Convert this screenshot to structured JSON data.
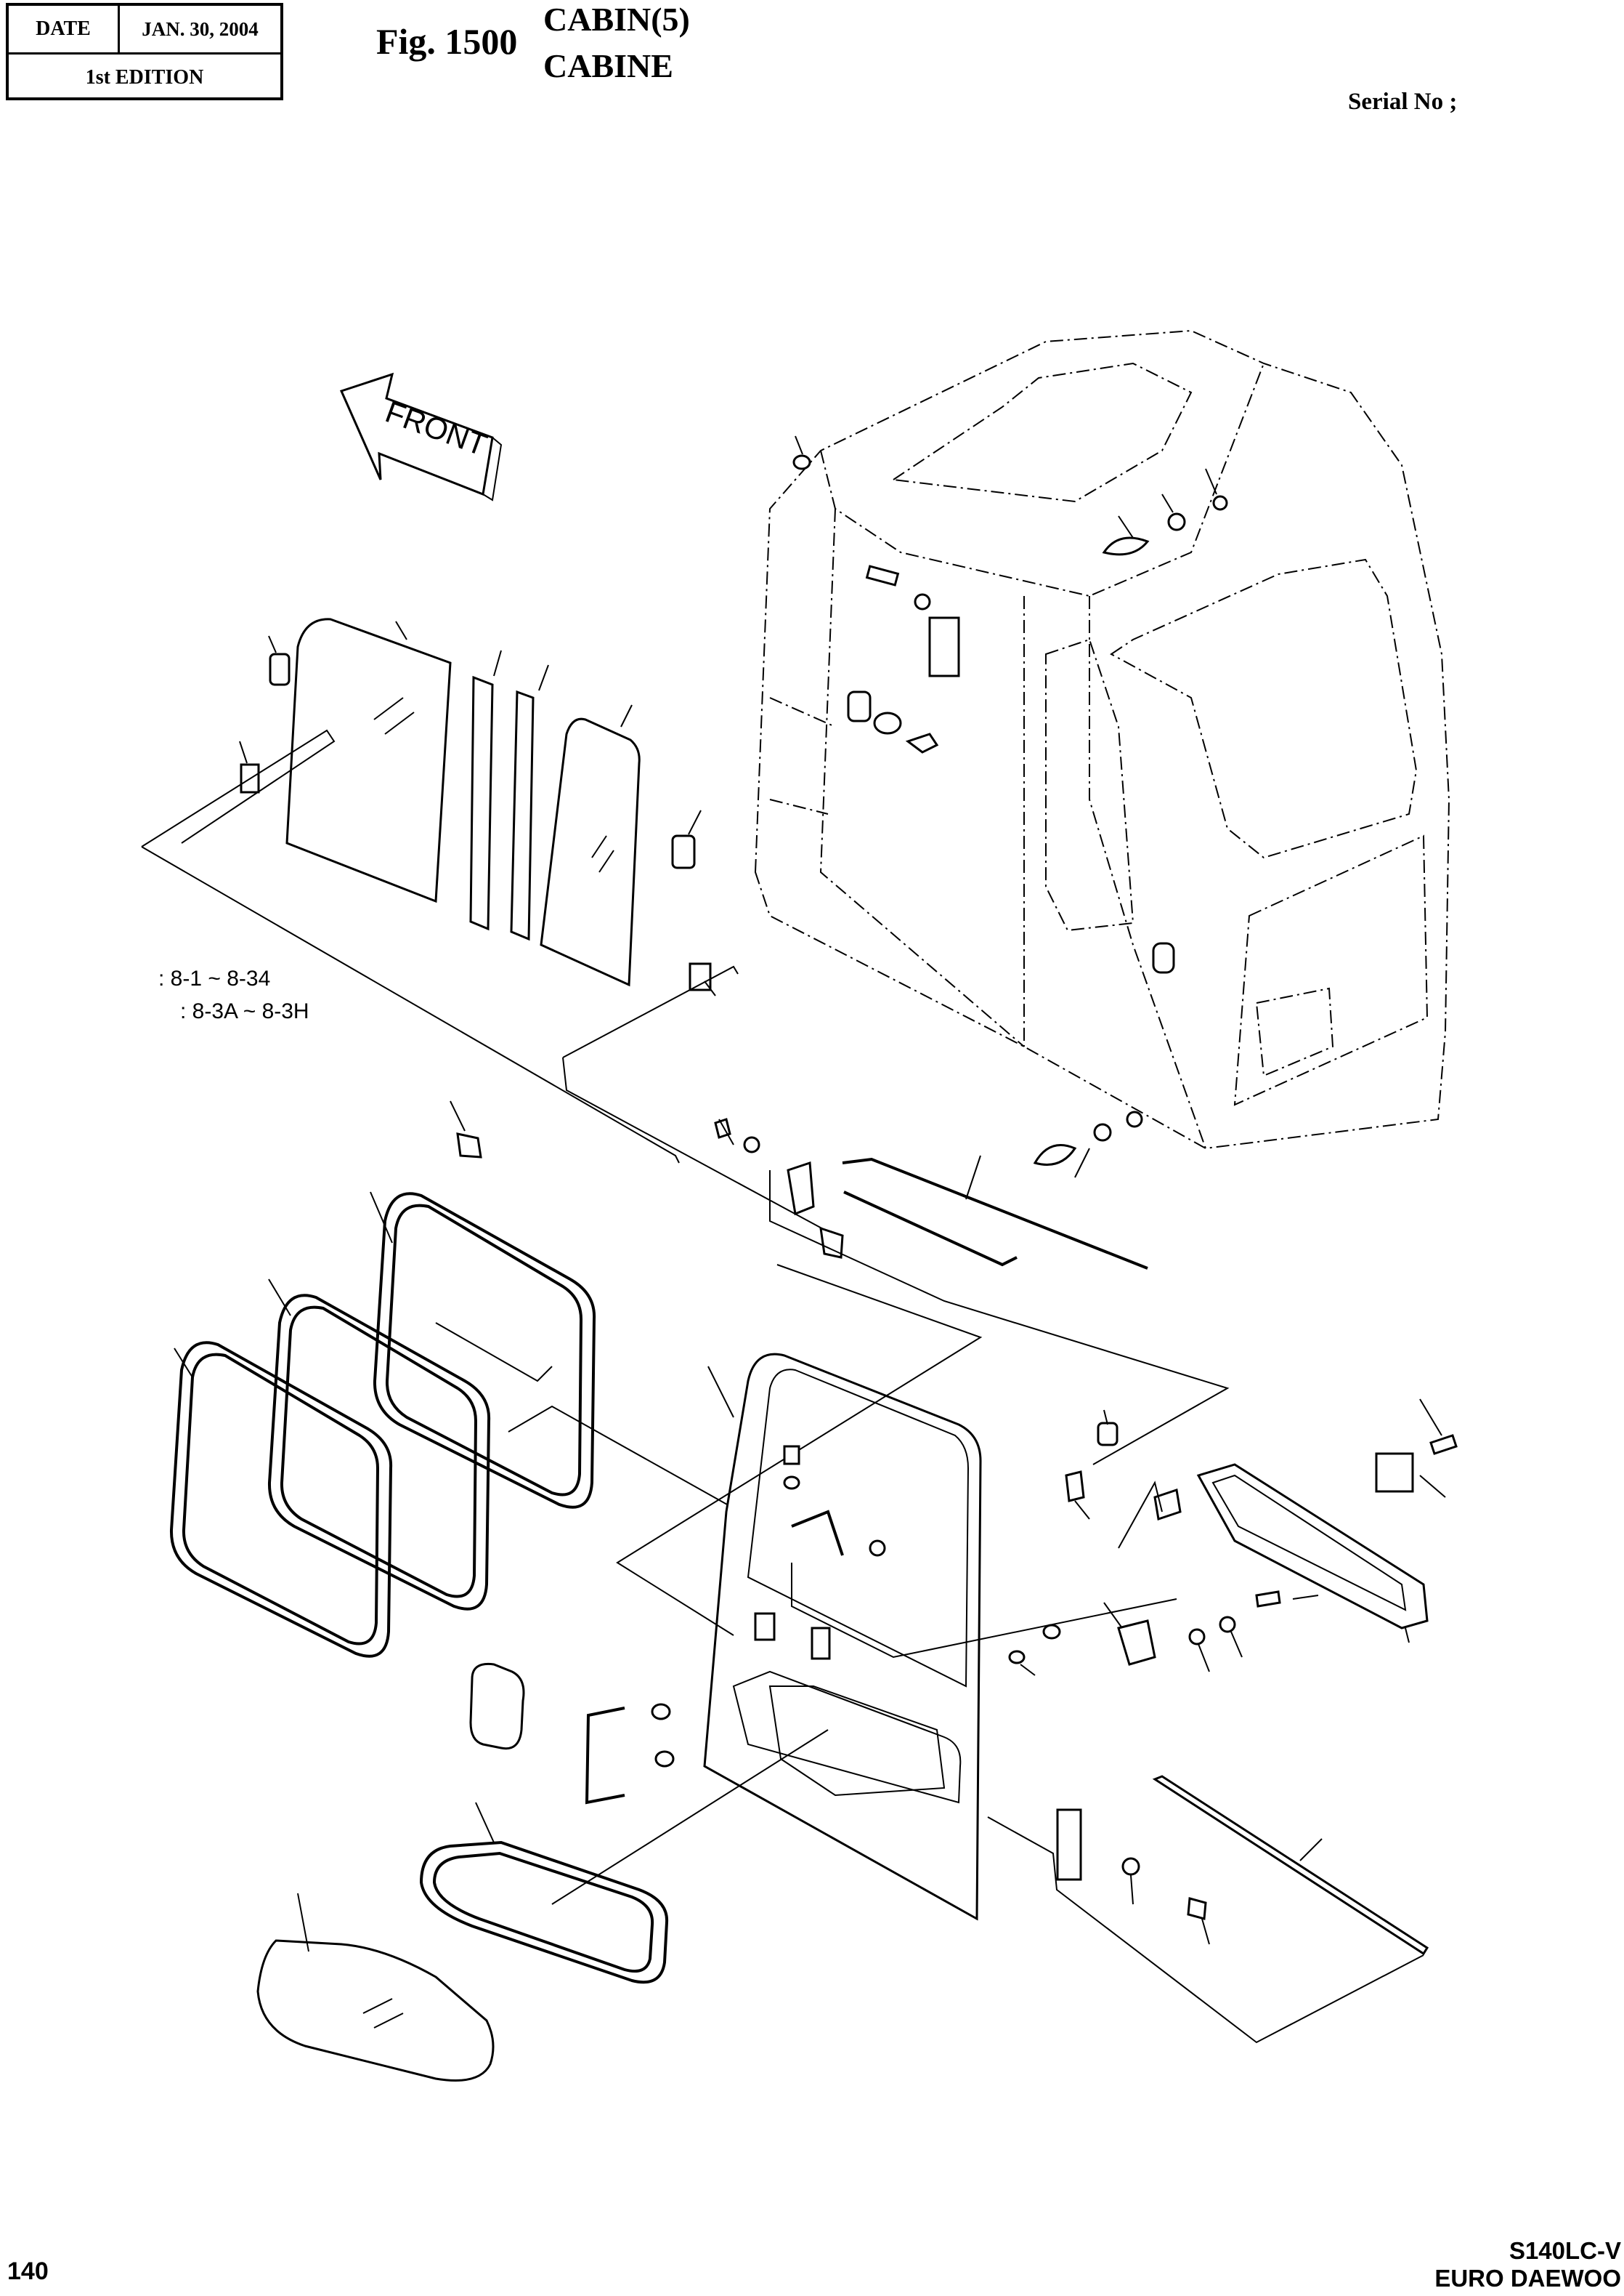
{
  "header": {
    "date_label": "DATE",
    "date_value": "JAN. 30, 2004",
    "edition": "1st EDITION",
    "figure_number": "Fig. 1500",
    "title_en": "CABIN(5)",
    "title_fr": "CABINE",
    "serial_label": "Serial No ;"
  },
  "diagram": {
    "front_label": "FRONT",
    "note_1": ": 8-1 ~ 8-34",
    "note_2": ": 8-3A ~ 8-3H"
  },
  "footer": {
    "page_number": "140",
    "model": "S140LC-V",
    "brand": "EURO DAEWOO"
  }
}
